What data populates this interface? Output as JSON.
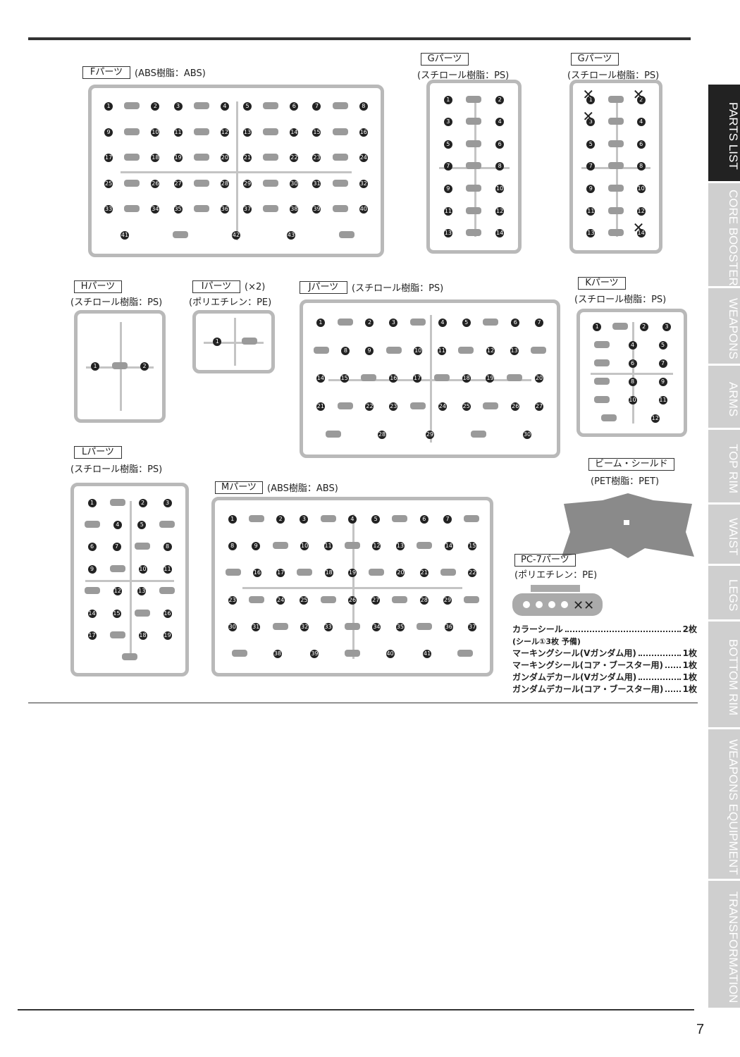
{
  "runners": [
    {
      "id": "F",
      "label": "Fパーツ",
      "material": "(ABS樹脂：ABS)",
      "numbers": [
        1,
        2,
        3,
        4,
        5,
        6,
        7,
        8,
        9,
        10,
        11,
        12,
        13,
        14,
        15,
        16,
        17,
        18,
        19,
        20,
        21,
        22,
        23,
        24,
        25,
        26,
        27,
        28,
        29,
        30,
        31,
        32,
        33,
        34,
        35,
        36,
        37,
        38,
        39,
        40,
        41,
        42,
        43
      ],
      "crossed": []
    },
    {
      "id": "G1",
      "label": "Gパーツ",
      "material": "(スチロール樹脂：PS)",
      "numbers": [
        1,
        2,
        3,
        4,
        5,
        6,
        7,
        8,
        9,
        10,
        11,
        12,
        13,
        14
      ],
      "crossed": []
    },
    {
      "id": "G2",
      "label": "Gパーツ",
      "material": "(スチロール樹脂：PS)",
      "numbers": [
        1,
        2,
        3,
        4,
        5,
        6,
        7,
        8,
        9,
        10,
        11,
        12,
        13,
        14
      ],
      "crossed": [
        1,
        2,
        3,
        14
      ]
    },
    {
      "id": "H",
      "label": "Hパーツ",
      "material": "(スチロール樹脂：PS)",
      "numbers": [
        1,
        2
      ],
      "crossed": []
    },
    {
      "id": "I",
      "label": "Iパーツ",
      "qty": "(×2)",
      "material": "(ポリエチレン：PE)",
      "numbers": [
        1
      ],
      "crossed": []
    },
    {
      "id": "J",
      "label": "Jパーツ",
      "material": "(スチロール樹脂：PS)",
      "numbers": [
        1,
        2,
        3,
        4,
        5,
        6,
        7,
        8,
        9,
        10,
        11,
        12,
        13,
        14,
        15,
        16,
        17,
        18,
        19,
        20,
        21,
        22,
        23,
        24,
        25,
        26,
        27,
        28,
        29,
        30
      ],
      "crossed": []
    },
    {
      "id": "K",
      "label": "Kパーツ",
      "material": "(スチロール樹脂：PS)",
      "numbers": [
        1,
        2,
        3,
        4,
        5,
        6,
        7,
        8,
        9,
        10,
        11,
        12
      ],
      "crossed": []
    },
    {
      "id": "L",
      "label": "Lパーツ",
      "material": "(スチロール樹脂：PS)",
      "numbers": [
        1,
        2,
        3,
        4,
        5,
        6,
        7,
        8,
        9,
        10,
        11,
        12,
        13,
        14,
        15,
        16,
        17,
        18,
        19
      ],
      "crossed": []
    },
    {
      "id": "M",
      "label": "Mパーツ",
      "material": "(ABS樹脂：ABS)",
      "numbers": [
        1,
        2,
        3,
        4,
        5,
        6,
        7,
        8,
        9,
        10,
        11,
        12,
        13,
        14,
        15,
        16,
        17,
        18,
        19,
        20,
        21,
        22,
        23,
        24,
        25,
        26,
        27,
        28,
        29,
        30,
        31,
        32,
        33,
        34,
        35,
        36,
        37,
        38,
        39,
        40,
        41
      ],
      "crossed": []
    }
  ],
  "beam_shield": {
    "label": "ビーム・シールド",
    "material": "(PET樹脂：PET)"
  },
  "pc7": {
    "label": "PC-7パーツ",
    "material": "(ポリエチレン：PE)"
  },
  "seals": [
    {
      "name": "カラーシール",
      "qty": "2枚",
      "note": "(シール①3枚 予備)"
    },
    {
      "name": "マーキングシール(Vガンダム用)",
      "qty": "1枚"
    },
    {
      "name": "マーキングシール(コア・ブースター用)",
      "qty": "1枚"
    },
    {
      "name": "ガンダムデカール(Vガンダム用)",
      "qty": "1枚"
    },
    {
      "name": "ガンダムデカール(コア・ブースター用)",
      "qty": "1枚"
    }
  ],
  "tabs": [
    "PARTS LIST",
    "CORE BOOSTER",
    "WEAPONS",
    "ARMS",
    "TOP RIM",
    "WAIST",
    "LEGS",
    "BOTTOM RIM",
    "WEAPONS EQUIPMENT",
    "TRANSFORMATION"
  ],
  "active_tab": "PARTS LIST",
  "page_number": "7"
}
